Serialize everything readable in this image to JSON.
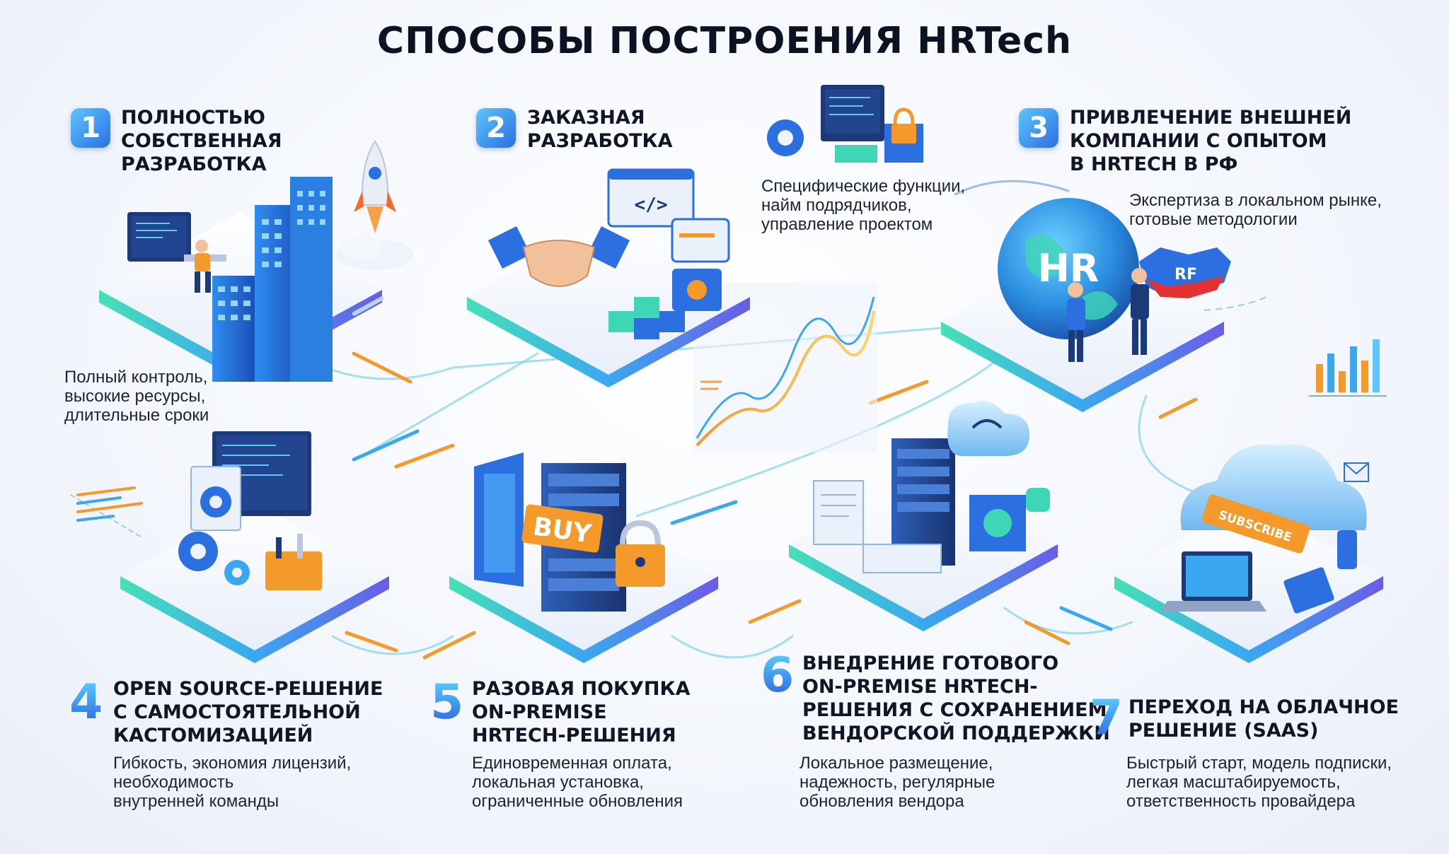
{
  "title": "СПОСОБЫ ПОСТРОЕНИЯ HRTech",
  "steps": [
    {
      "number": "1",
      "heading": [
        "ПОЛНОСТЬЮ",
        "СОБСТВЕННАЯ",
        "РАЗРАБОТКА"
      ],
      "description": [
        "Полный контроль,",
        "высокие ресурсы,",
        "длительные сроки"
      ]
    },
    {
      "number": "2",
      "heading": [
        "ЗАКАЗНАЯ",
        "РАЗРАБОТКА"
      ],
      "description": [
        "Специфические функции,",
        "найм подрядчиков,",
        "управление проектом"
      ]
    },
    {
      "number": "3",
      "heading": [
        "ПРИВЛЕЧЕНИЕ ВНЕШНЕЙ",
        "КОМПАНИИ С ОПЫТОМ",
        "В HRTech В РФ"
      ],
      "description": [
        "Экспертиза в локальном рынке,",
        "готовые методологии"
      ]
    },
    {
      "number": "4",
      "heading": [
        "OPEN SOURCE-РЕШЕНИЕ",
        "С САМОСТОЯТЕЛЬНОЙ",
        "КАСТОМИЗАЦИЕЙ"
      ],
      "description": [
        "Гибкость, экономия лицензий,",
        "необходимость",
        "внутренней команды"
      ]
    },
    {
      "number": "5",
      "heading": [
        "РАЗОВАЯ ПОКУПКА",
        "ON-PREMISE",
        "HRTech-РЕШЕНИЯ"
      ],
      "description": [
        "Единовременная оплата,",
        "локальная установка,",
        "ограниченные обновления"
      ]
    },
    {
      "number": "6",
      "heading": [
        "ВНЕДРЕНИЕ ГОТОВОГО",
        "ON-PREMISE HRTech-",
        "РЕШЕНИЯ С СОХРАНЕНИЕМ",
        "ВЕНДОРСКОЙ ПОДДЕРЖКИ"
      ],
      "description": [
        "Локальное размещение,",
        "надежность, регулярные",
        "обновления вендора"
      ]
    },
    {
      "number": "7",
      "heading": [
        "ПЕРЕХОД НА ОБЛАЧНОЕ",
        "РЕШЕНИЕ (SaaS)"
      ],
      "description": [
        "Быстрый старт, модель подписки,",
        "легкая масштабируемость,",
        "ответственность провайдера"
      ]
    }
  ],
  "illustration_labels": {
    "globe": "HR",
    "map": "RF",
    "buy_sign": "BUY",
    "subscribe_sign": "SUBSCRIBE",
    "code_tag": "</>"
  },
  "colors": {
    "accent_blue": "#2b6fe0",
    "accent_cyan": "#5dc6ff",
    "accent_orange": "#f39a2b",
    "platform_teal": "#3fd6b8"
  }
}
